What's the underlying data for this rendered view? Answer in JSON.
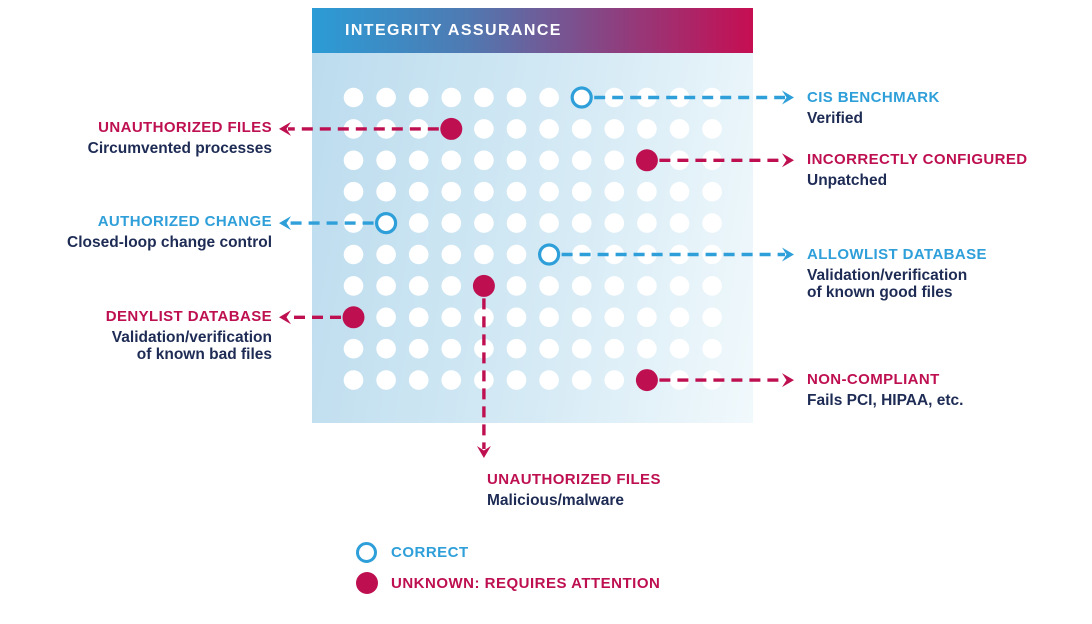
{
  "header": {
    "title": "INTEGRITY ASSURANCE"
  },
  "colors": {
    "blue": "#2E9FD9",
    "magenta": "#BE1051",
    "navy": "#1E2C55",
    "dot_white": "#FFFFFF",
    "header_gradient_start": "#2B9CD6",
    "header_gradient_end": "#C60E52",
    "panel_gradient_start": "#BCDCEE",
    "panel_gradient_end": "#F1F9FC"
  },
  "diagram": {
    "grid": {
      "rows": 10,
      "cols": 12
    },
    "markers": [
      {
        "row": 1,
        "col": 8,
        "type": "correct",
        "direction": "right",
        "callout": "cis-benchmark"
      },
      {
        "row": 2,
        "col": 4,
        "type": "unknown",
        "direction": "left",
        "callout": "unauthorized-files-circumvented"
      },
      {
        "row": 3,
        "col": 10,
        "type": "unknown",
        "direction": "right",
        "callout": "incorrectly-configured"
      },
      {
        "row": 5,
        "col": 2,
        "type": "correct",
        "direction": "left",
        "callout": "authorized-change"
      },
      {
        "row": 6,
        "col": 7,
        "type": "correct",
        "direction": "right",
        "callout": "allowlist-database"
      },
      {
        "row": 7,
        "col": 5,
        "type": "unknown",
        "direction": "down",
        "callout": "unauthorized-files-malicious"
      },
      {
        "row": 8,
        "col": 1,
        "type": "unknown",
        "direction": "left",
        "callout": "denylist-database"
      },
      {
        "row": 10,
        "col": 10,
        "type": "unknown",
        "direction": "right",
        "callout": "non-compliant"
      }
    ]
  },
  "callouts": {
    "cis": {
      "title": "CIS BENCHMARK",
      "sub1": "Verified"
    },
    "unauthorized_left": {
      "title": "UNAUTHORIZED FILES",
      "sub1": "Circumvented processes"
    },
    "incorrectly": {
      "title": "INCORRECTLY CONFIGURED",
      "sub1": "Unpatched"
    },
    "authorized": {
      "title": "AUTHORIZED CHANGE",
      "sub1": "Closed-loop change control"
    },
    "allowlist": {
      "title": "ALLOWLIST DATABASE",
      "sub1": "Validation/verification",
      "sub2": "of known good files"
    },
    "denylist": {
      "title": "DENYLIST DATABASE",
      "sub1": "Validation/verification",
      "sub2": "of known bad files"
    },
    "noncompliant": {
      "title": "NON-COMPLIANT",
      "sub1": "Fails PCI, HIPAA, etc."
    },
    "unauthorized_bottom": {
      "title": "UNAUTHORIZED FILES",
      "sub1": "Malicious/malware"
    }
  },
  "legend": {
    "items": [
      {
        "type": "correct",
        "label": "CORRECT"
      },
      {
        "type": "unknown",
        "label": "UNKNOWN: REQUIRES ATTENTION"
      }
    ]
  }
}
